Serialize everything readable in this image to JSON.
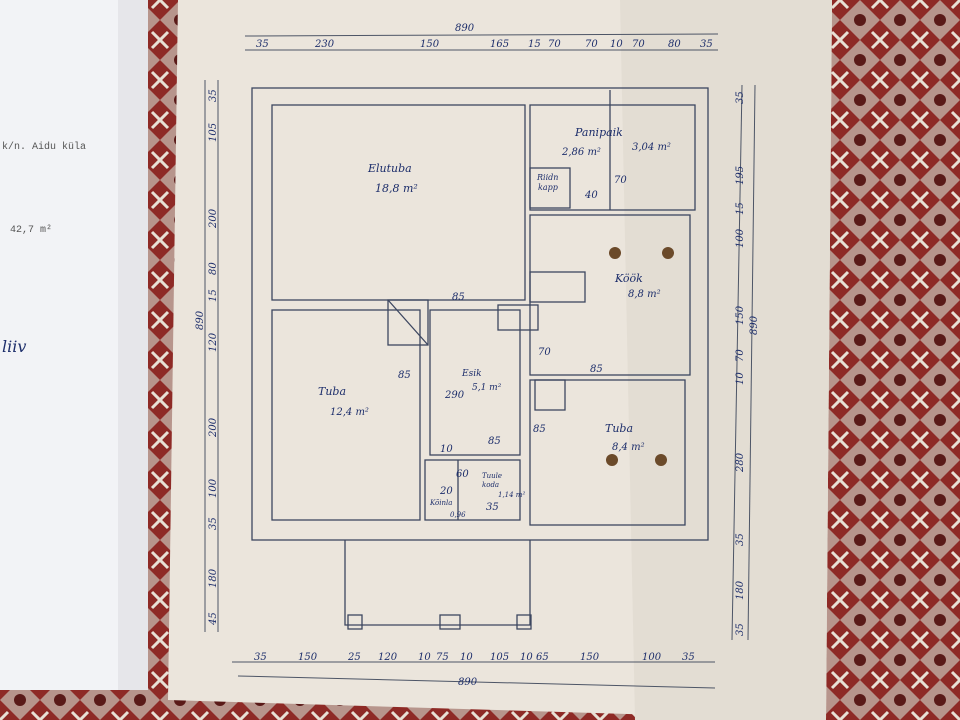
{
  "left_document": {
    "line1": "k/n. Aidu küla",
    "line2": "42,7 m²",
    "signature": "liiv"
  },
  "plan": {
    "rooms": {
      "living": {
        "name": "Elutuba",
        "area": "18,8 m²"
      },
      "pantry": {
        "name": "Panipaik",
        "area_left": "2,86 m²",
        "area_right": "3,04 m²"
      },
      "wardrobe": {
        "name_line1": "Riidn",
        "name_line2": "kapp"
      },
      "kitchen": {
        "name": "Köök",
        "area": "8,8 m²"
      },
      "room_left": {
        "name": "Tuba",
        "area": "12,4 m²"
      },
      "hall": {
        "name": "Esik",
        "area": "5,1 m²"
      },
      "room_right": {
        "name": "Tuba",
        "area": "8,4 m²"
      },
      "vestibule": {
        "name_line1": "Tuule",
        "name_line2": "koda",
        "area": "1,14 m²"
      },
      "closet": {
        "name": "Kõinla",
        "area": "0,96"
      }
    },
    "dims_top": {
      "total": "890",
      "segments": [
        "35",
        "230",
        "150",
        "165",
        "15",
        "70",
        "70",
        "10",
        "70",
        "80",
        "35"
      ]
    },
    "dims_bottom": {
      "total": "890",
      "segments": [
        "35",
        "150",
        "25",
        "120",
        "10",
        "75",
        "10",
        "105",
        "10",
        "65",
        "150",
        "100",
        "35"
      ]
    },
    "dims_left": {
      "total": "890",
      "segments": [
        "35",
        "105",
        "200",
        "80",
        "15",
        "120",
        "200",
        "100",
        "35",
        "180",
        "45"
      ]
    },
    "dims_right": {
      "total": "890",
      "segments": [
        "35",
        "195",
        "15",
        "100",
        "150",
        "70",
        "10",
        "280",
        "35",
        "180",
        "35"
      ]
    },
    "dims_inner": [
      "70",
      "40",
      "85",
      "70",
      "85",
      "85",
      "290",
      "85",
      "85",
      "10",
      "60",
      "20",
      "35"
    ]
  }
}
